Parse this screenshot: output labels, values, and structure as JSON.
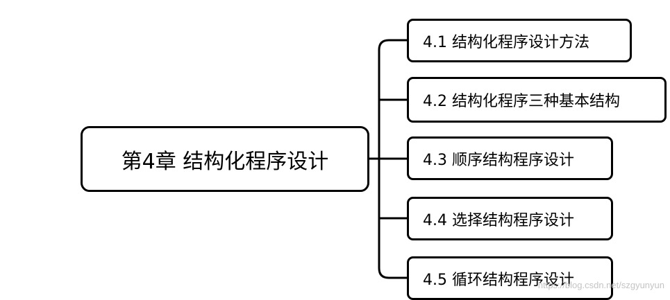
{
  "mindmap": {
    "root": "第4章 结构化程序设计",
    "children": [
      "4.1 结构化程序设计方法",
      "4.2 结构化程序三种基本结构",
      "4.3 顺序结构程序设计",
      "4.4 选择结构程序设计",
      "4.5 循环结构程序设计"
    ]
  },
  "watermark": "https://blog.csdn.net/szgyunyun",
  "colors": {
    "line": "#000000",
    "background": "#ffffff",
    "watermark": "#c4c4c4"
  }
}
